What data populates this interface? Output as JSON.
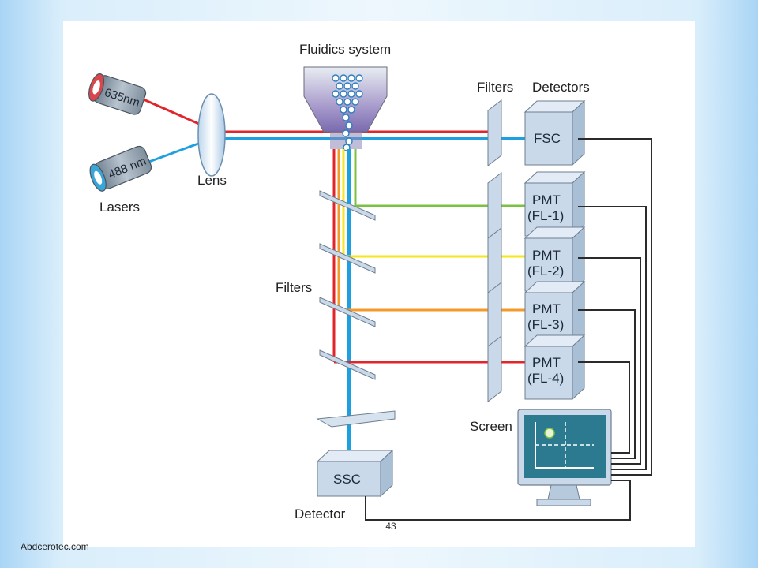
{
  "diagram": {
    "fluidics_label": "Fluidics system",
    "filters_top_label": "Filters",
    "detectors_label": "Detectors",
    "lens_label": "Lens",
    "lasers_label": "Lasers",
    "laser_red_label": "635nm",
    "laser_blue_label": "488 nm",
    "filters_mid_label": "Filters",
    "screen_label": "Screen",
    "detector_label": "Detector",
    "fsc_label": "FSC",
    "ssc_label": "SSC",
    "pmt": [
      {
        "line1": "PMT",
        "line2": "(FL-1)"
      },
      {
        "line1": "PMT",
        "line2": "(FL-2)"
      },
      {
        "line1": "PMT",
        "line2": "(FL-3)"
      },
      {
        "line1": "PMT",
        "line2": "(FL-4)"
      }
    ],
    "colors": {
      "red": "#e0262b",
      "blue": "#1ea0e0",
      "green": "#7cc242",
      "yellow": "#f6e61c",
      "orange": "#f39a2a",
      "wire": "#2b2b2b",
      "box_face": "#c9d9ea",
      "box_top": "#e3ecf6",
      "box_side": "#a9bfd6",
      "screen_bg": "#2c7a8f"
    }
  },
  "slide_number": "43",
  "watermark": "Abdcerotec.com"
}
